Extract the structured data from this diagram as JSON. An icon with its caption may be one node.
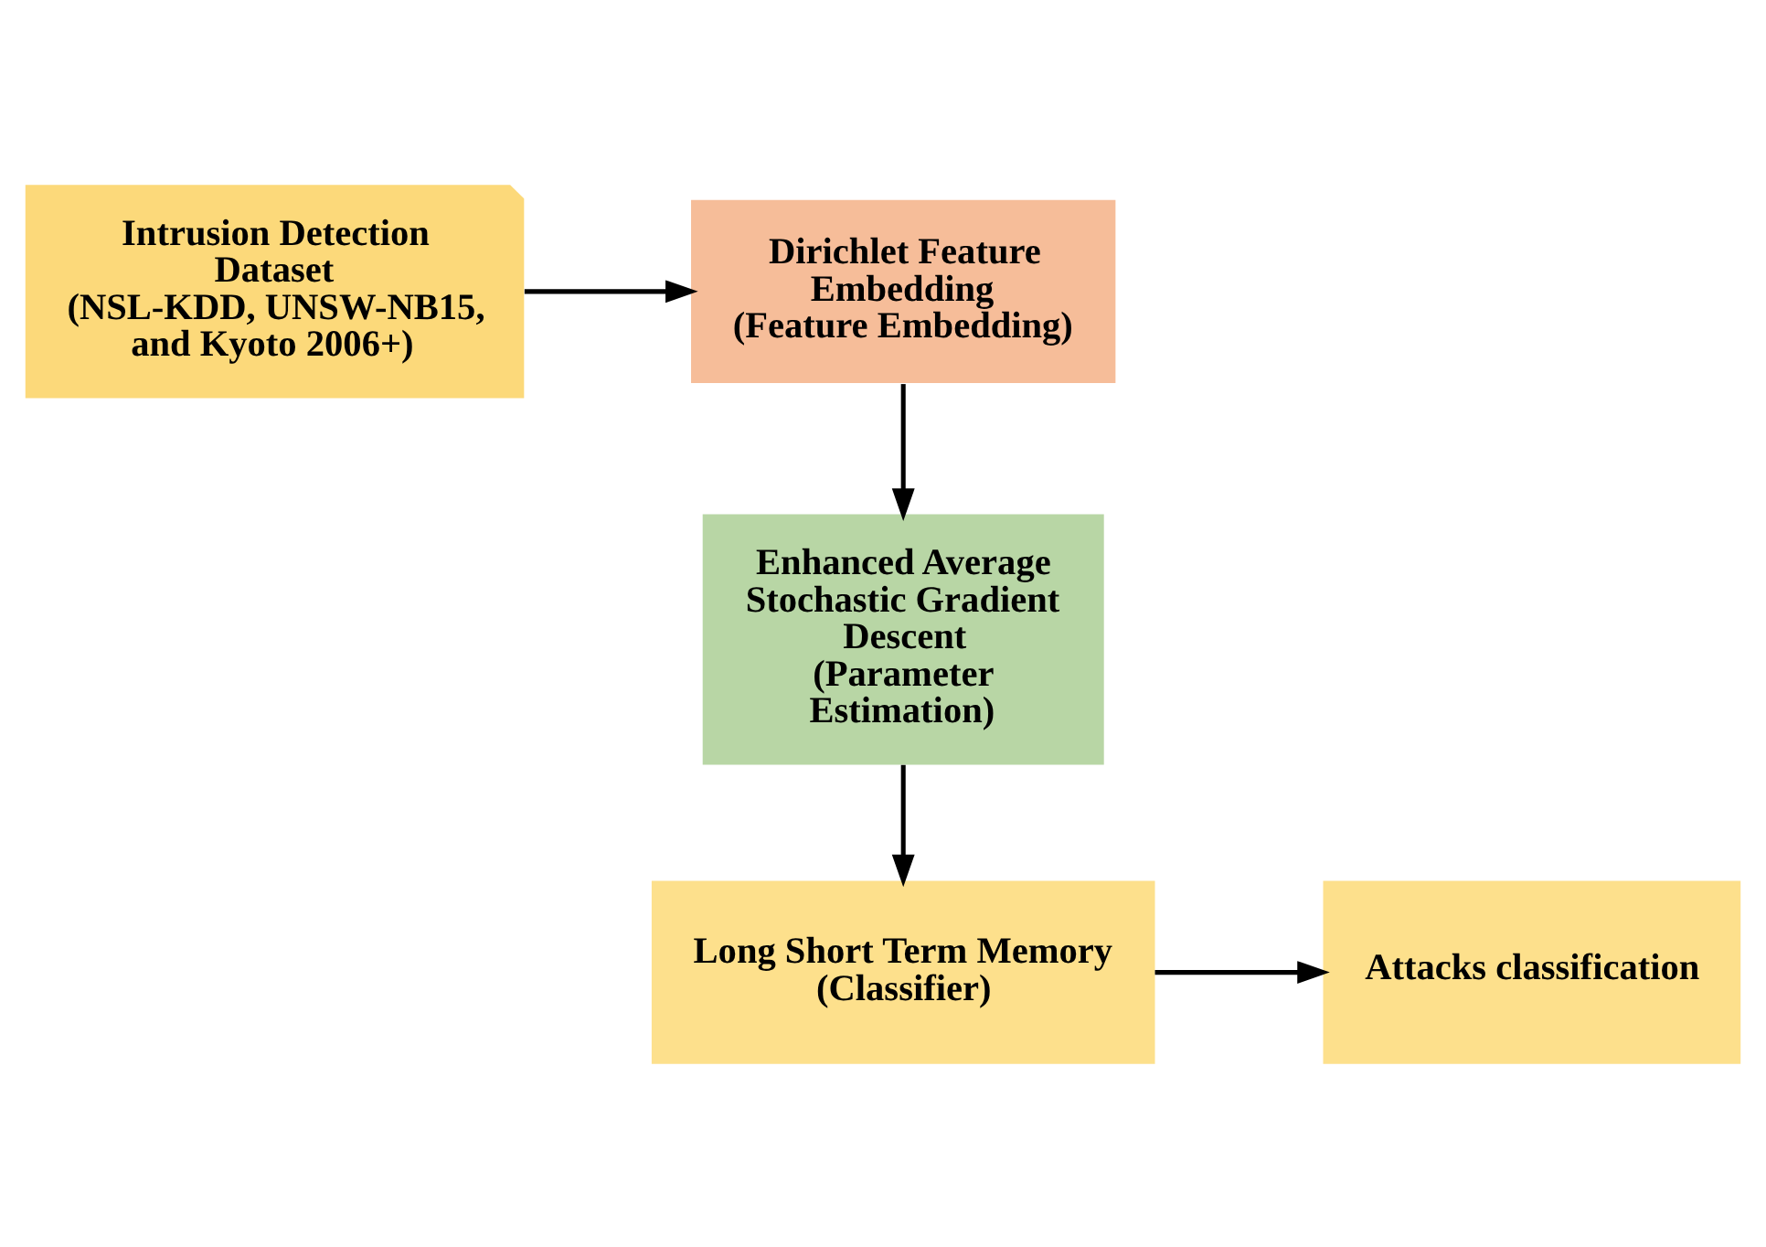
{
  "diagram": {
    "nodes": [
      {
        "text": [
          "Intrusion Detection Dataset",
          "(NSL-KDD, UNSW-NB15, and Kyoto 2006+)"
        ]
      },
      {
        "text": [
          "Dirichlet Feature Embedding",
          "(Feature Embedding)"
        ]
      },
      {
        "text": [
          "Enhanced Average Stochastic Gradient Descent",
          "(Parameter Estimation)"
        ]
      },
      {
        "text": [
          "Long Short Term Memory",
          "(Classifier)"
        ]
      },
      {
        "text": [
          "Attacks classification"
        ]
      }
    ],
    "edges": [
      {
        "from": 0,
        "to": 1,
        "arrow": "to"
      },
      {
        "from": 1,
        "to": 2,
        "arrow": "to"
      },
      {
        "from": 2,
        "to": 3,
        "arrow": "to"
      },
      {
        "from": 3,
        "to": 4,
        "arrow": "to"
      }
    ]
  }
}
